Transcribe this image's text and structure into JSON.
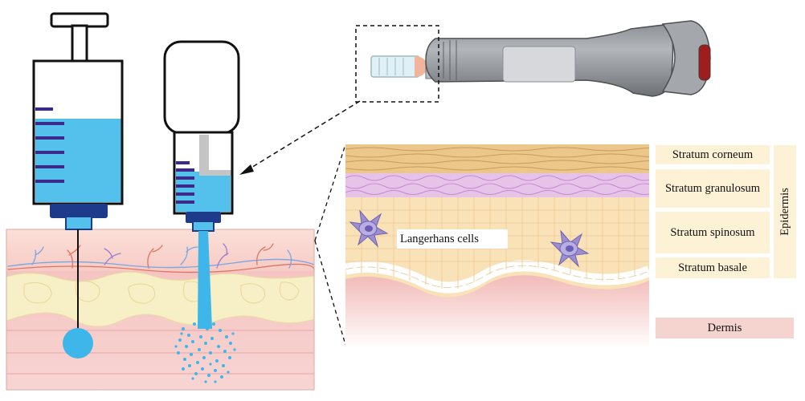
{
  "labels": {
    "langerhans": "Langerhans cells",
    "stratum_corneum": "Stratum corneum",
    "stratum_granulosum": "Stratum granulosum",
    "stratum_spinosum": "Stratum spinosum",
    "stratum_basale": "Stratum basale",
    "dermis": "Dermis",
    "epidermis": "Epidermis"
  },
  "colors": {
    "liquid": "#54c1ec",
    "dark_blue": "#1e3a8a",
    "scale_purple": "#3b2a8a",
    "skin_top": "#f6d7d2",
    "fat": "#f7efc5",
    "dermis": "#f0b2b0",
    "corneum": "#ecc68b",
    "granulosum": "#e7c3ea",
    "spinosum": "#fae2b8",
    "langerhans": "#9b8fcf",
    "label_bg": "#fdf1d6",
    "dermis_label_bg": "#f5d3cf"
  },
  "icons": [
    "syringe-icon",
    "needle-free-injector-icon",
    "injector-pen-icon",
    "langerhans-cell-icon"
  ]
}
